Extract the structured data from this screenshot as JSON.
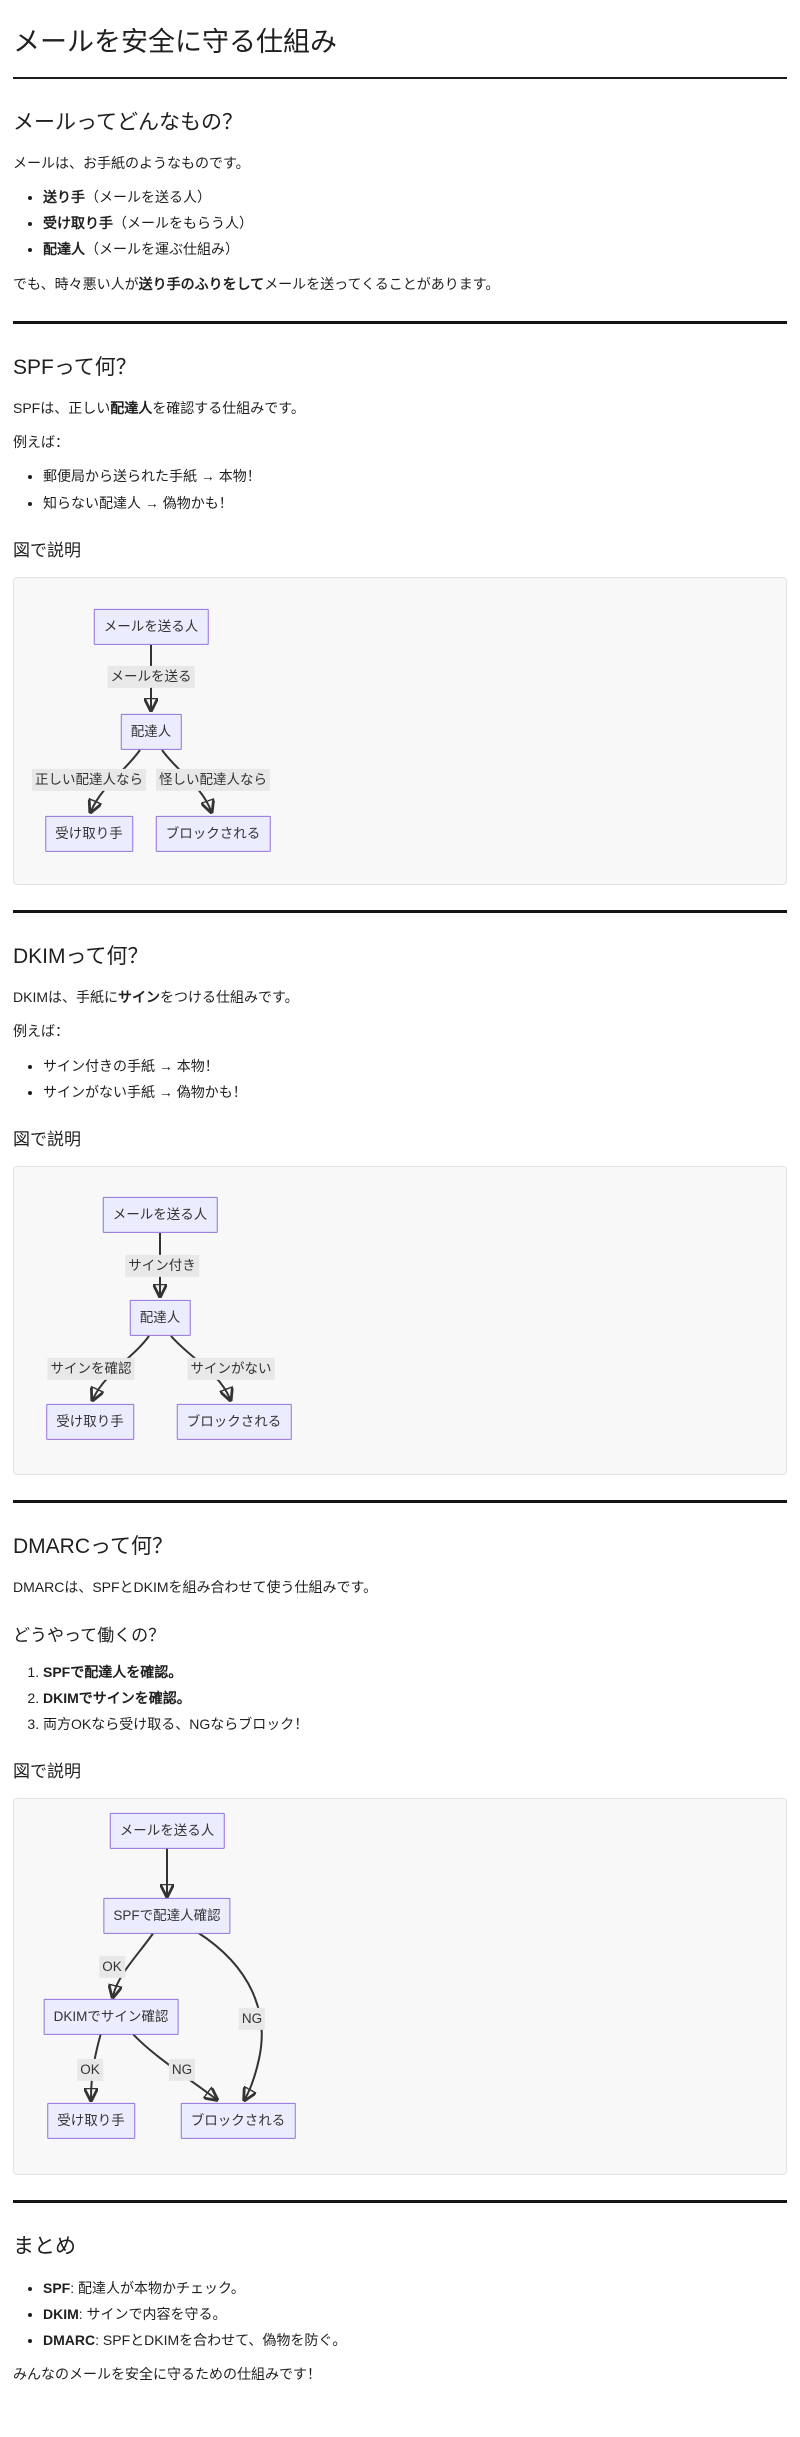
{
  "page": {
    "title": "メールを安全に守る仕組み"
  },
  "colors": {
    "node_fill": "#ECECFF",
    "node_border": "#9370DB",
    "edge_label_bg": "#e8e8e8",
    "arrow": "#333333",
    "diagram_bg": "#f8f8f8",
    "diagram_border": "#e2e2e2",
    "text": "#1f1f1f"
  },
  "sections": {
    "intro": {
      "heading": "メールってどんなもの？",
      "p1": "メールは、お手紙のようなものです。",
      "items": [
        {
          "bold": "送り手",
          "rest": "（メールを送る人）"
        },
        {
          "bold": "受け取り手",
          "rest": "（メールをもらう人）"
        },
        {
          "bold": "配達人",
          "rest": "（メールを運ぶ仕組み）"
        }
      ],
      "p2_pre": "でも、時々悪い人が",
      "p2_bold": "送り手のふりをして",
      "p2_post": "メールを送ってくることがあります。"
    },
    "spf": {
      "heading": "SPFって何？",
      "p1_pre": "SPFは、正しい",
      "p1_bold": "配達人",
      "p1_post": "を確認する仕組みです。",
      "example_label": "例えば：",
      "examples": [
        "郵便局から送られた手紙 → 本物！",
        "知らない配達人 → 偽物かも！"
      ],
      "figure_label": "図で説明"
    },
    "dkim": {
      "heading": "DKIMって何？",
      "p1_pre": "DKIMは、手紙に",
      "p1_bold": "サイン",
      "p1_post": "をつける仕組みです。",
      "example_label": "例えば：",
      "examples": [
        "サイン付きの手紙 → 本物！",
        "サインがない手紙 → 偽物かも！"
      ],
      "figure_label": "図で説明"
    },
    "dmarc": {
      "heading": "DMARCって何？",
      "p1": "DMARCは、SPFとDKIMを組み合わせて使う仕組みです。",
      "how_heading": "どうやって働くの？",
      "steps": [
        "SPFで配達人を確認。",
        "DKIMでサインを確認。",
        "両方OKなら受け取る、NGならブロック！"
      ],
      "figure_label": "図で説明"
    },
    "summary": {
      "heading": "まとめ",
      "items": [
        {
          "bold": "SPF",
          "rest": ": 配達人が本物かチェック。"
        },
        {
          "bold": "DKIM",
          "rest": ": サインで内容を守る。"
        },
        {
          "bold": "DMARC",
          "rest": ": SPFとDKIMを合わせて、偽物を防ぐ。"
        }
      ],
      "closing": "みんなのメールを安全に守るための仕組みです！"
    }
  },
  "diagrams": {
    "spf": {
      "nodes": {
        "sender": "メールを送る人",
        "carrier": "配達人",
        "receiver": "受け取り手",
        "blocked": "ブロックされる"
      },
      "labels": {
        "send": "メールを送る",
        "valid": "正しい配達人なら",
        "suspicious": "怪しい配達人なら"
      }
    },
    "dkim": {
      "nodes": {
        "sender": "メールを送る人",
        "carrier": "配達人",
        "receiver": "受け取り手",
        "blocked": "ブロックされる"
      },
      "labels": {
        "signed": "サイン付き",
        "check": "サインを確認",
        "nosign": "サインがない"
      }
    },
    "dmarc": {
      "nodes": {
        "sender": "メールを送る人",
        "spf_check": "SPFで配達人確認",
        "dkim_check": "DKIMでサイン確認",
        "receiver": "受け取り手",
        "blocked": "ブロックされる"
      },
      "labels": {
        "ok1": "OK",
        "ng1": "NG",
        "ok2": "OK",
        "ng2": "NG"
      }
    }
  }
}
